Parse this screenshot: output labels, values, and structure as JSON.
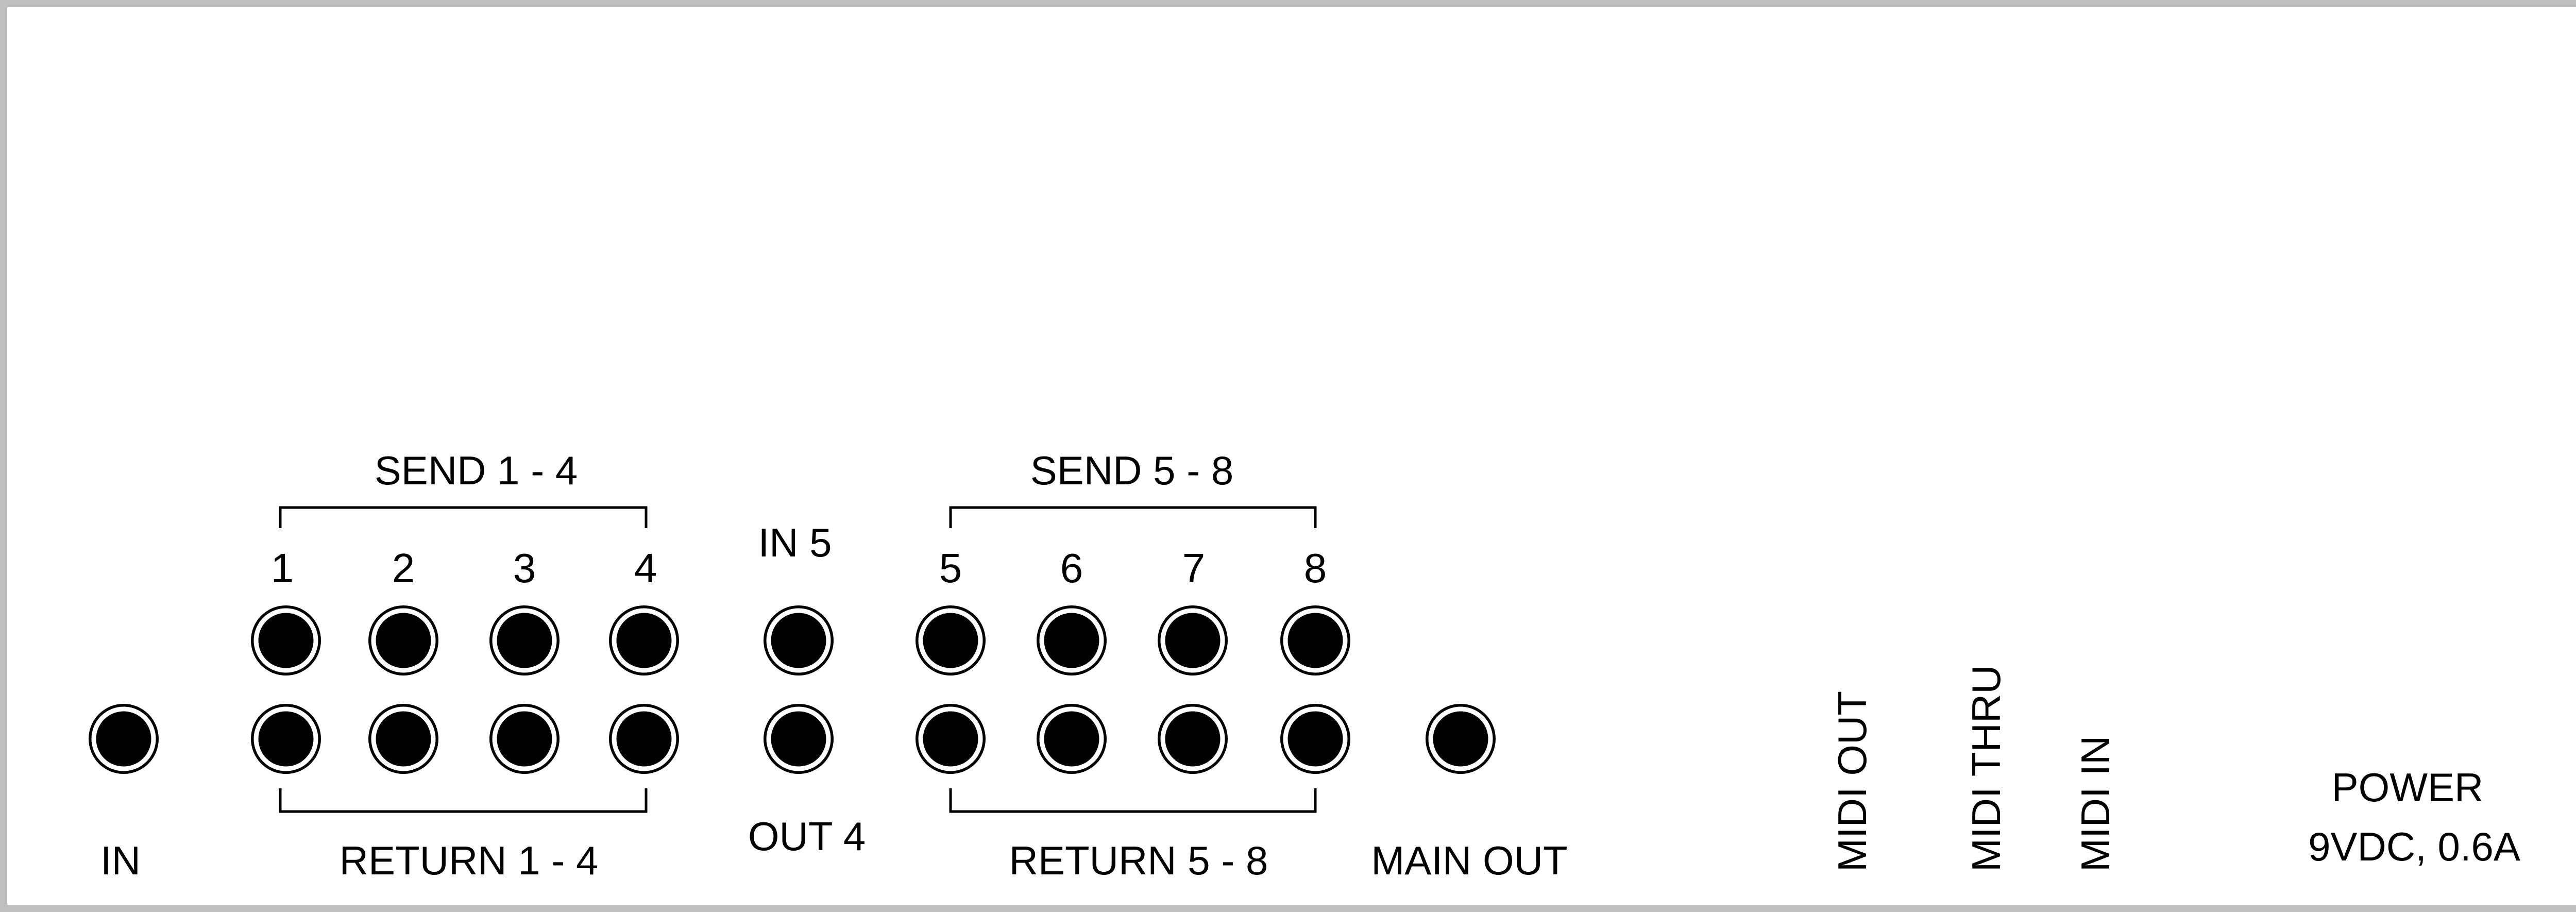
{
  "panel": {
    "colors": {
      "border": "#bfbfbf",
      "jack_fill": "#000000",
      "jack_ring": "#ffffff",
      "ink": "#000000"
    },
    "labels": {
      "send_1_4": "SEND 1 - 4",
      "send_5_8": "SEND 5 - 8",
      "return_1_4": "RETURN 1 - 4",
      "return_5_8": "RETURN 5 - 8",
      "in": "IN",
      "in_5": "IN 5",
      "out_4": "OUT 4",
      "main_out": "MAIN OUT",
      "midi_out": "MIDI OUT",
      "midi_thru": "MIDI THRU",
      "midi_in": "MIDI IN",
      "power": "POWER",
      "power_spec": "9VDC, 0.6A"
    },
    "send_numbers": [
      "1",
      "2",
      "3",
      "4",
      "5",
      "6",
      "7",
      "8"
    ],
    "jacks": {
      "send_1_4": [
        "jack-send-1",
        "jack-send-2",
        "jack-send-3",
        "jack-send-4"
      ],
      "send_5_8": [
        "jack-send-5",
        "jack-send-6",
        "jack-send-7",
        "jack-send-8"
      ],
      "return_1_4": [
        "jack-return-1",
        "jack-return-2",
        "jack-return-3",
        "jack-return-4"
      ],
      "return_5_8": [
        "jack-return-5",
        "jack-return-6",
        "jack-return-7",
        "jack-return-8"
      ]
    }
  }
}
